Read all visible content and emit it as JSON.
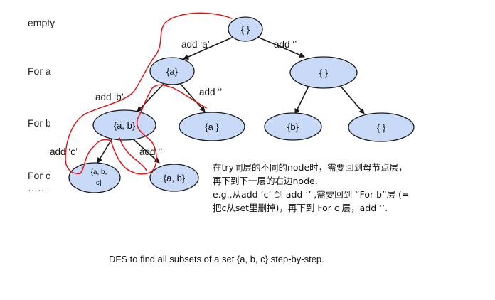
{
  "levels": {
    "empty": "empty",
    "for_a": "For a",
    "for_b": "For b",
    "for_c": "For c",
    "ellipsis": "……"
  },
  "nodes": {
    "root": "{ }",
    "a": "{a}",
    "empty_1": "{ }",
    "ab": "{a, b}",
    "a_2": "{a }",
    "b": "{b}",
    "empty_2": "{ }",
    "abc_line1": "{a, b,",
    "abc_line2": "c}",
    "ab_2": "{a, b}"
  },
  "edges": {
    "root_a": "add ‘a’",
    "root_empty": "add ‘’",
    "a_ab": "add ‘b’",
    "a_a": "add ‘’",
    "ab_abc": "add ‘c’",
    "ab_ab": "add ‘’"
  },
  "note": {
    "line1": "在try同层的不同的node时，需要回到母节点层，",
    "line2": "再下到下一层的右边node.",
    "line3": "e.g.,从add ‘c’ 到 add ‘’ ,需要回到 “For b”层 (=",
    "line4": "把c从set里删掉)，再下到 For c 层，add ‘’."
  },
  "caption": "DFS to find all subsets of a set {a, b, c}  step-by-step.",
  "colors": {
    "node_fill": "#c9daf8",
    "node_stroke": "#1a1a1a",
    "edge": "#1a1a1a",
    "trace": "#e0161b"
  }
}
